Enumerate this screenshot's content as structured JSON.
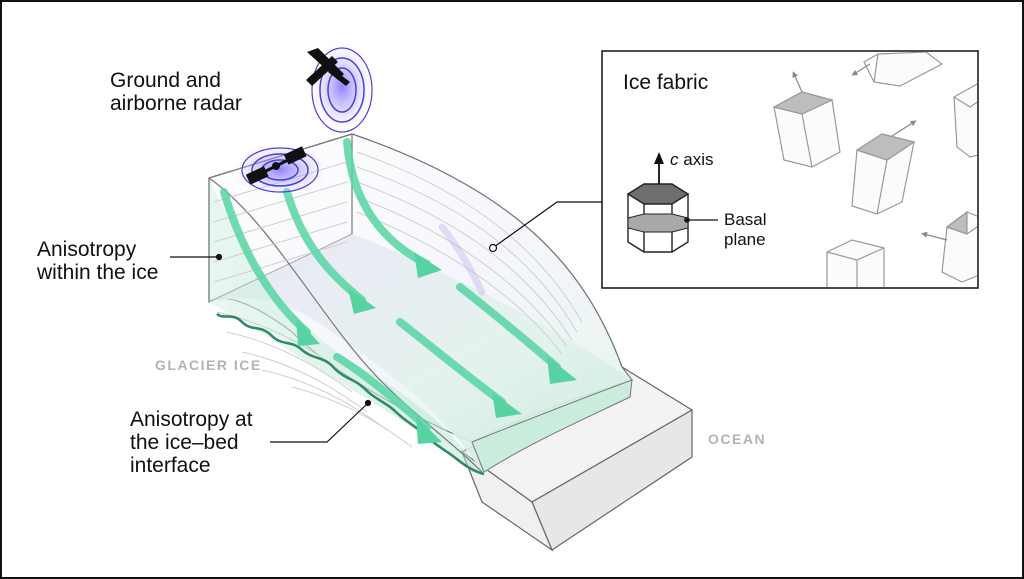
{
  "labels": {
    "radar": [
      "Ground and",
      "airborne radar"
    ],
    "anisotropy_ice": [
      "Anisotropy",
      "within the ice"
    ],
    "glacier_ice": "GLACIER ICE",
    "anisotropy_bed": [
      "Anisotropy at",
      "the ice–bed",
      "interface"
    ],
    "ocean": "OCEAN"
  },
  "inset": {
    "title": "Ice fabric",
    "c_axis_symbol": "c",
    "c_axis_word": "axis",
    "basal_plane": [
      "Basal",
      "plane"
    ]
  },
  "colors": {
    "arrow_green": "#57d3a2",
    "radar_purple": "#4f3fd0",
    "tag_gray": "#b3b3b3",
    "ice_lines": "#cfcfcf"
  },
  "icons": [
    "airplane-icon",
    "satellite-icon",
    "up-arrow-icon"
  ]
}
